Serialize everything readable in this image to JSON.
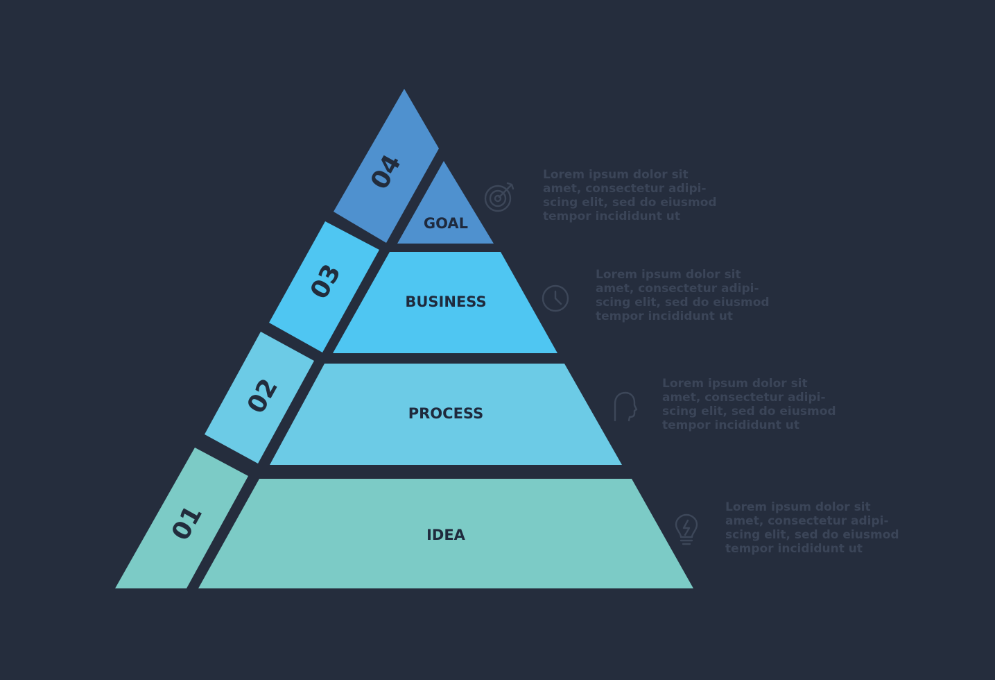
{
  "colors": {
    "background": "#252d3d",
    "level_1": "#7ccbc6",
    "level_2": "#6ccbe6",
    "level_3": "#4fc6f2",
    "level_4": "#4f91cf",
    "description_text": "#3b4558",
    "icon_stroke": "#3d4759"
  },
  "levels": [
    {
      "number": "01",
      "label": "IDEA",
      "icon": "lightbulb-icon",
      "description": [
        "Lorem ipsum dolor sit",
        "amet, consectetur adipi-",
        "scing elit, sed do eiusmod",
        "tempor incididunt ut"
      ]
    },
    {
      "number": "02",
      "label": "PROCESS",
      "icon": "head-profile-icon",
      "description": [
        "Lorem ipsum dolor sit",
        "amet, consectetur adipi-",
        "scing elit, sed do eiusmod",
        "tempor incididunt ut"
      ]
    },
    {
      "number": "03",
      "label": "BUSINESS",
      "icon": "clock-icon",
      "description": [
        "Lorem ipsum dolor sit",
        "amet, consectetur adipi-",
        "scing elit, sed do eiusmod",
        "tempor incididunt ut"
      ]
    },
    {
      "number": "04",
      "label": "GOAL",
      "icon": "target-icon",
      "description": [
        "Lorem ipsum dolor sit",
        "amet, consectetur adipi-",
        "scing elit, sed do eiusmod",
        "tempor incididunt ut"
      ]
    }
  ]
}
